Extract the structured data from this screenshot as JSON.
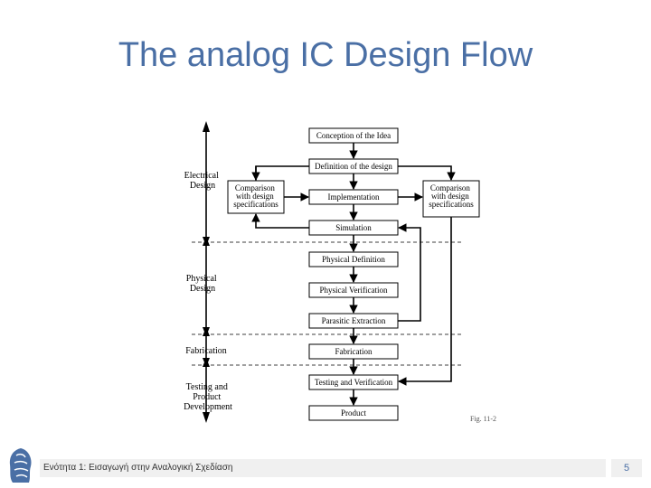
{
  "slide": {
    "title": "The analog IC Design Flow",
    "footer": "Ενότητα 1: Εισαγωγή στην Αναλογική Σχεδίαση",
    "page_number": "5"
  },
  "diagram": {
    "steps": [
      "Conception of the Idea",
      "Definition of the design",
      "Implementation",
      "Simulation",
      "Physical Definition",
      "Physical Verification",
      "Parasitic Extraction",
      "Fabrication",
      "Testing and Verification",
      "Product"
    ],
    "comparison_left": [
      "Comparison",
      "with design",
      "specifications"
    ],
    "comparison_right": [
      "Comparison",
      "with design",
      "specifications"
    ],
    "phases": {
      "electrical": [
        "Electrical",
        "Design"
      ],
      "physical": [
        "Physical",
        "Design"
      ],
      "fabrication": [
        "Fabrication"
      ],
      "testing": [
        "Testing and",
        "Product",
        "Development"
      ]
    },
    "figure_label": "Fig. 11-2"
  }
}
